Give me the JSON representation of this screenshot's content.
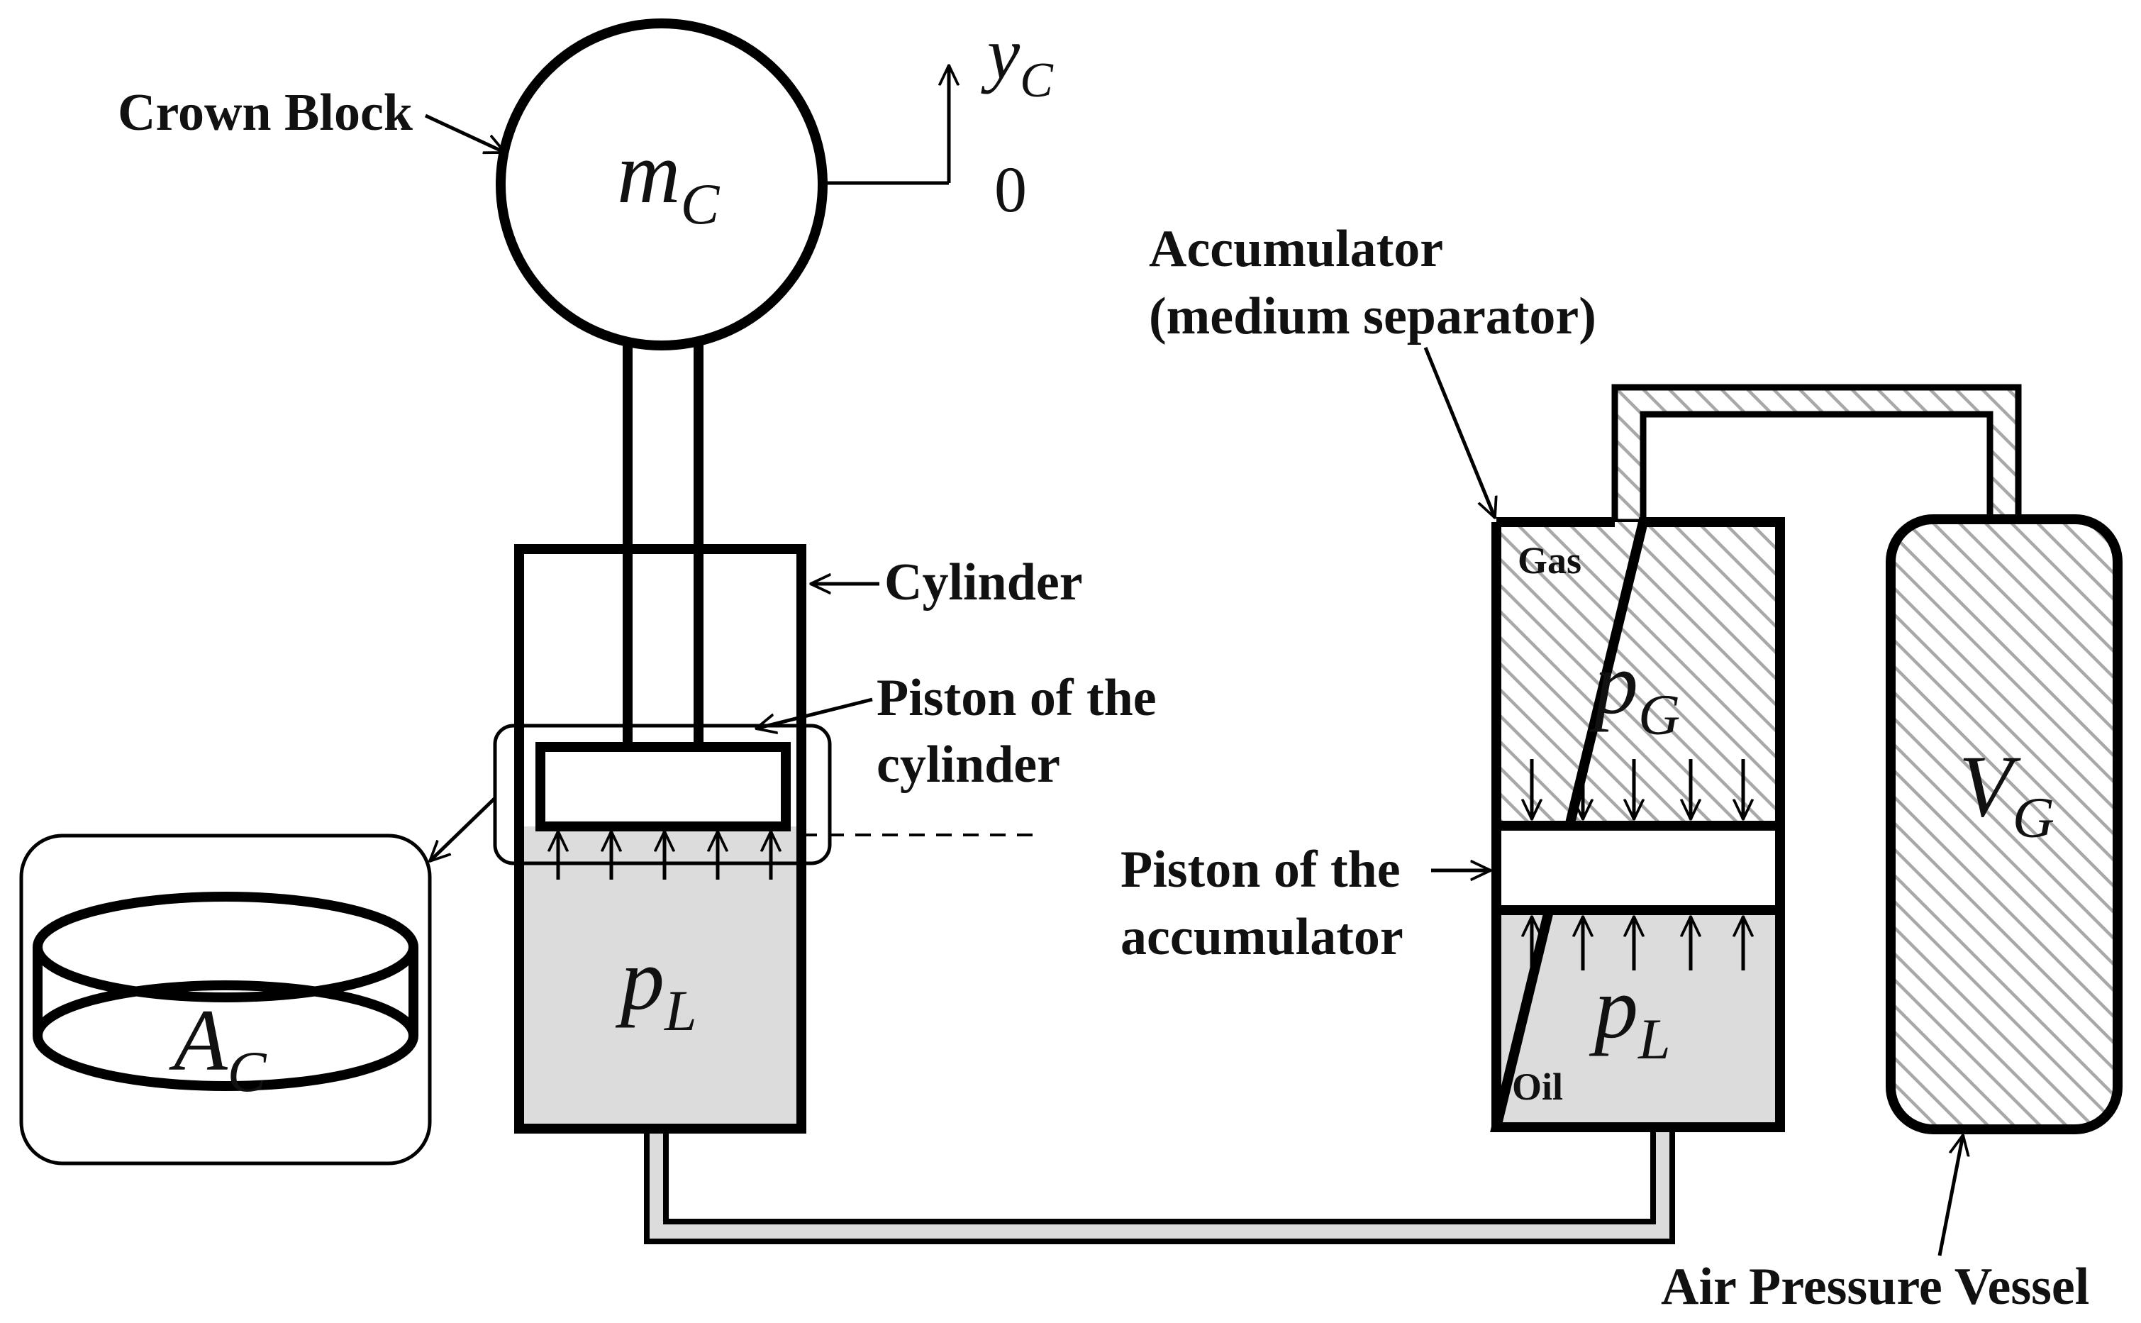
{
  "labels": {
    "crown_block": "Crown Block",
    "cylinder": "Cylinder",
    "piston_cylinder_line1": "Piston of the",
    "piston_cylinder_line2": "cylinder",
    "accumulator_line1": "Accumulator",
    "accumulator_line2": "(medium separator)",
    "piston_accumulator_line1": "Piston of the",
    "piston_accumulator_line2": "accumulator",
    "gas": "Gas",
    "oil": "Oil",
    "air_pressure_vessel": "Air Pressure Vessel",
    "zero": "0"
  },
  "symbols": {
    "crown_mass": {
      "base": "m",
      "sub": "C"
    },
    "coordinate": {
      "base": "y",
      "sub": "C"
    },
    "cylinder_pressure": {
      "base": "p",
      "sub": "L"
    },
    "accumulator_oil_pressure": {
      "base": "p",
      "sub": "L"
    },
    "gas_pressure": {
      "base": "p",
      "sub": "G"
    },
    "gas_volume": {
      "base": "V",
      "sub": "G"
    },
    "piston_area": {
      "base": "A",
      "sub": "C"
    }
  },
  "colors": {
    "stroke": "#000000",
    "oil_fill": "#dcdcdc",
    "gas_hatch": "#a8a8a8",
    "background": "#ffffff"
  }
}
